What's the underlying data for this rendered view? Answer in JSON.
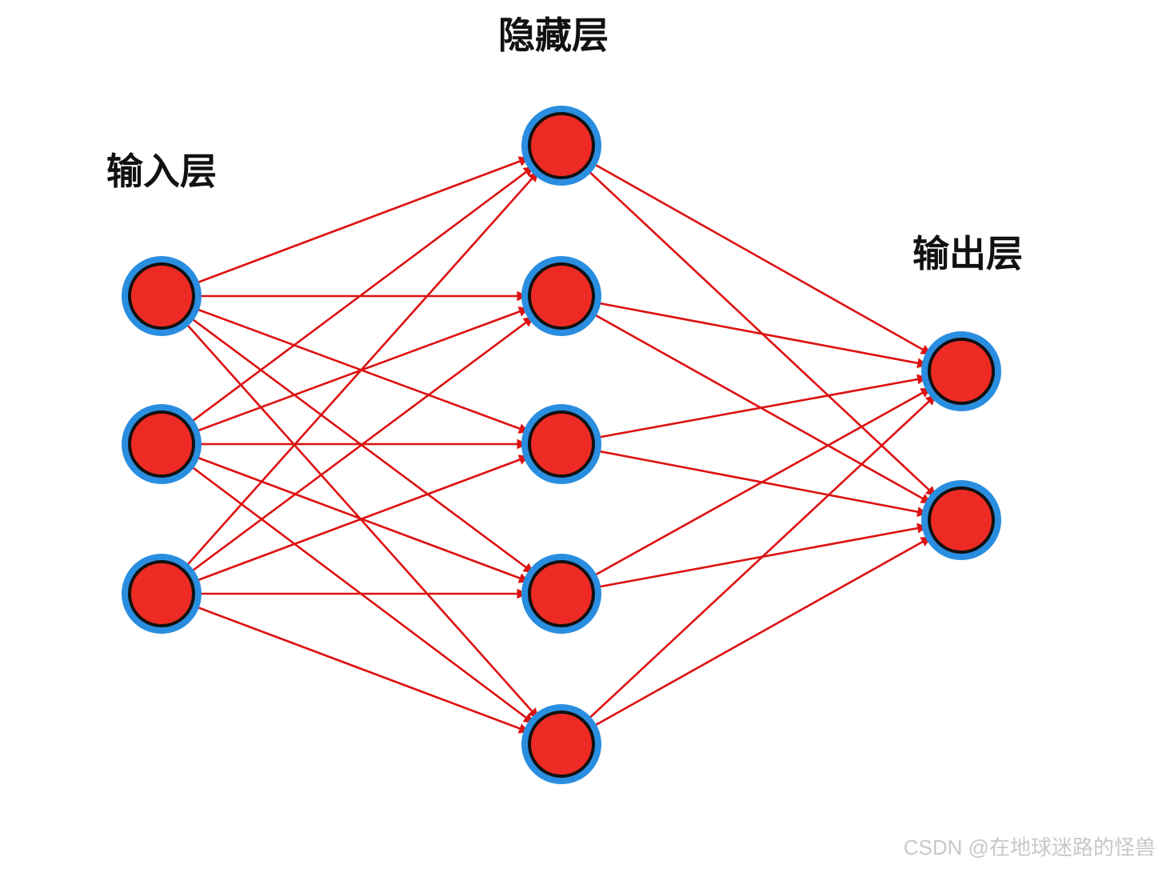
{
  "labels": {
    "input_layer": "输入层",
    "hidden_layer": "隐藏层",
    "output_layer": "输出层"
  },
  "network": {
    "layers": [
      {
        "name": "input",
        "label_key": "input_layer",
        "node_count": 3
      },
      {
        "name": "hidden",
        "label_key": "hidden_layer",
        "node_count": 5
      },
      {
        "name": "output",
        "label_key": "output_layer",
        "node_count": 2
      }
    ],
    "connections": "fully-connected, directed left to right"
  },
  "colors": {
    "node_fill": "#ee2a24",
    "node_halo": "#2a8ee0",
    "node_stroke": "#111111",
    "edge": "#dd1111"
  },
  "watermark": "CSDN @在地球迷路的怪兽"
}
